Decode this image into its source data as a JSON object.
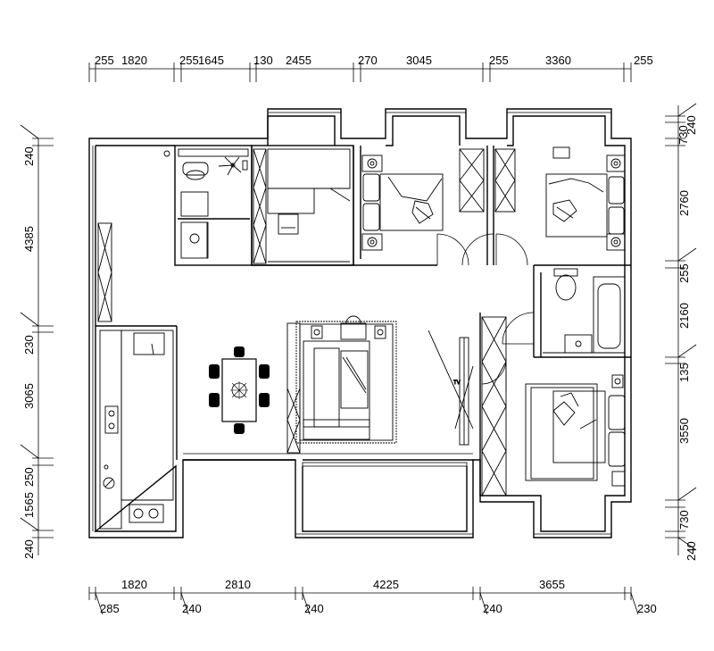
{
  "dimensions": {
    "top_upper": [
      "255",
      "1820",
      "255",
      "1645",
      "130",
      "2455",
      "270",
      "3045",
      "255",
      "3360",
      "255"
    ],
    "bottom_upper": [
      "1820",
      "2810",
      "4225",
      "3655"
    ],
    "bottom_lower": [
      "285",
      "240",
      "240",
      "240",
      "230"
    ],
    "left": [
      "240",
      "4385",
      "230",
      "3065",
      "250",
      "1565",
      "240"
    ],
    "right": [
      "240",
      "730",
      "2760",
      "255",
      "2160",
      "135",
      "3550",
      "730",
      "240"
    ]
  },
  "labels": {
    "tv": "TV"
  }
}
